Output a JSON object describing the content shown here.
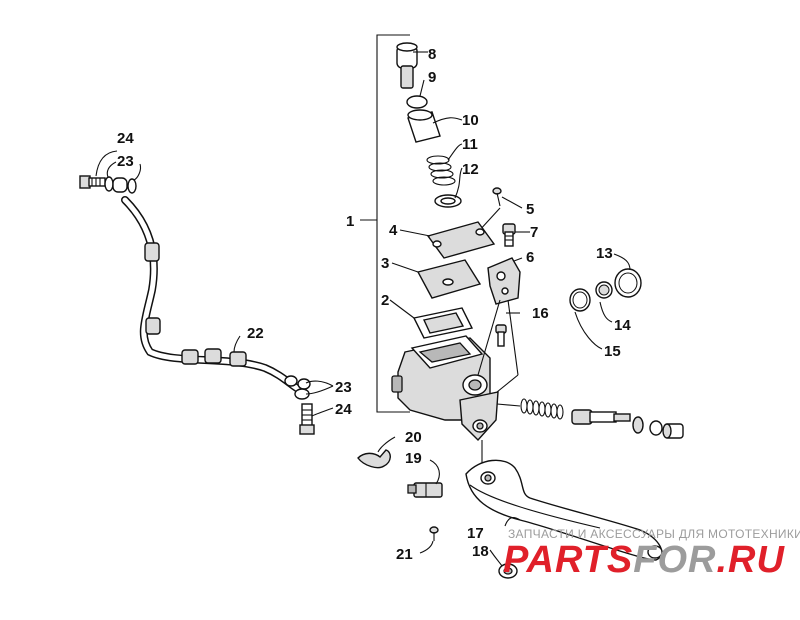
{
  "diagram": {
    "callouts": [
      {
        "id": "c1",
        "text": "1"
      },
      {
        "id": "c2",
        "text": "2"
      },
      {
        "id": "c3",
        "text": "3"
      },
      {
        "id": "c4",
        "text": "4"
      },
      {
        "id": "c5",
        "text": "5"
      },
      {
        "id": "c6",
        "text": "6"
      },
      {
        "id": "c7",
        "text": "7"
      },
      {
        "id": "c8",
        "text": "8"
      },
      {
        "id": "c9",
        "text": "9"
      },
      {
        "id": "c10",
        "text": "10"
      },
      {
        "id": "c11",
        "text": "11"
      },
      {
        "id": "c12",
        "text": "12"
      },
      {
        "id": "c13",
        "text": "13"
      },
      {
        "id": "c14",
        "text": "14"
      },
      {
        "id": "c15",
        "text": "15"
      },
      {
        "id": "c16",
        "text": "16"
      },
      {
        "id": "c17",
        "text": "17"
      },
      {
        "id": "c18",
        "text": "18"
      },
      {
        "id": "c19",
        "text": "19"
      },
      {
        "id": "c20",
        "text": "20"
      },
      {
        "id": "c21",
        "text": "21"
      },
      {
        "id": "c22",
        "text": "22"
      },
      {
        "id": "c23a",
        "text": "23"
      },
      {
        "id": "c23b",
        "text": "23"
      },
      {
        "id": "c24a",
        "text": "24"
      },
      {
        "id": "c24b",
        "text": "24"
      }
    ]
  },
  "watermark": {
    "subtitle": "ЗАПЧАСТИ И АКСЕССУАРЫ ДЛЯ МОТОТЕХНИКИ",
    "logo_part1": "PARTS",
    "logo_part2": "FOR",
    "logo_part3": ".RU",
    "colors": {
      "red": "#e0202a",
      "gray": "#9c9c9c"
    }
  }
}
